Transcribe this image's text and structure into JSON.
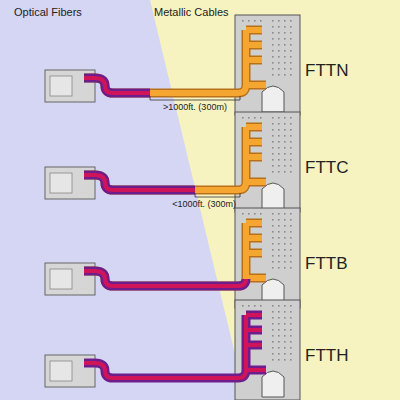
{
  "diagram": {
    "labels": [
      "Optical Fibers",
      "Metallic Cables",
      ">1000ft. (300m)",
      "FTTN",
      "<1000ft. (300m)",
      "FTTC",
      "FTTB",
      "FTTH"
    ]
  }
}
